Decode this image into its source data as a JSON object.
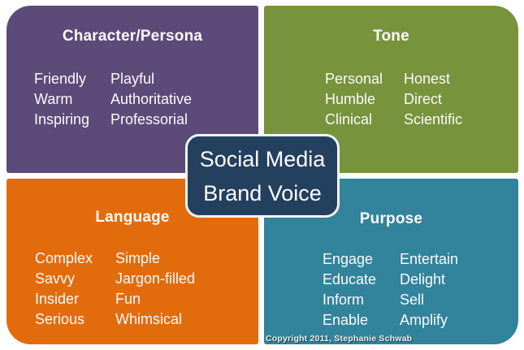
{
  "center_box": {
    "line1": "Social Media",
    "line2": "Brand Voice"
  },
  "quadrants": [
    {
      "id": "character-persona",
      "title": "Character/Persona",
      "color": "#5c4a78",
      "col1": [
        "Friendly",
        "Warm",
        "Inspiring"
      ],
      "col2": [
        "Playful",
        "Authoritative",
        "Professorial"
      ]
    },
    {
      "id": "tone",
      "title": "Tone",
      "color": "#77933c",
      "col1": [
        "Personal",
        "Humble",
        "Clinical"
      ],
      "col2": [
        "Honest",
        "Direct",
        "Scientific"
      ]
    },
    {
      "id": "language",
      "title": "Language",
      "color": "#e26c0c",
      "col1": [
        "Complex",
        "Savvy",
        "Insider",
        "Serious"
      ],
      "col2": [
        "Simple",
        "Jargon-filled",
        "Fun",
        "Whimsical"
      ]
    },
    {
      "id": "purpose",
      "title": "Purpose",
      "color": "#31849b",
      "col1": [
        "Engage",
        "Educate",
        "Inform",
        "Enable"
      ],
      "col2": [
        "Entertain",
        "Delight",
        "Sell",
        "Amplify"
      ]
    }
  ],
  "colors": {
    "background": "#ffffff",
    "center_box_bg": "#24405f",
    "center_box_border": "#f0f4f7",
    "text": "#fcfafc"
  },
  "copyright": "Copyright 2011, Stephanie Schwab"
}
